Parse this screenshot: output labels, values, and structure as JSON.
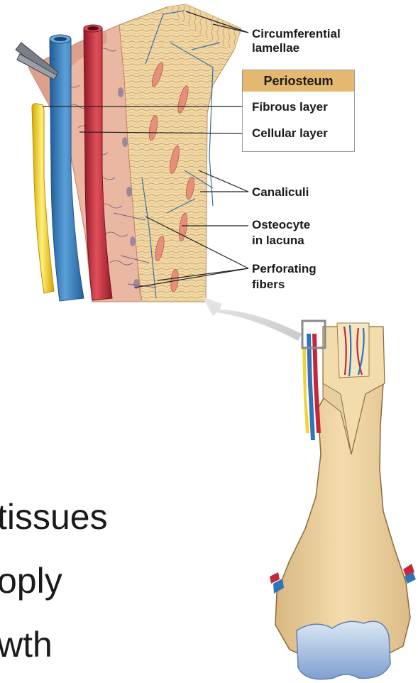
{
  "labels": {
    "circumferential_1": "Circumferential",
    "circumferential_2": "lamellae",
    "periosteum": "Periosteum",
    "fibrous": "Fibrous layer",
    "cellular": "Cellular layer",
    "canaliculi": "Canaliculi",
    "osteocyte_1": "Osteocyte",
    "osteocyte_2": "in lacuna",
    "perforating_1": "Perforating",
    "perforating_2": "fibers"
  },
  "bullets": [
    "tissues",
    "oply",
    "wth"
  ],
  "colors": {
    "bone": "#f1d7a4",
    "periosteum_fill": "#e9b6a2",
    "artery": "#c2283a",
    "vein": "#2f74b8",
    "nerve": "#f2d23a",
    "cartilage": "#a9c2e0",
    "periosteum_header": "#e4b870"
  }
}
